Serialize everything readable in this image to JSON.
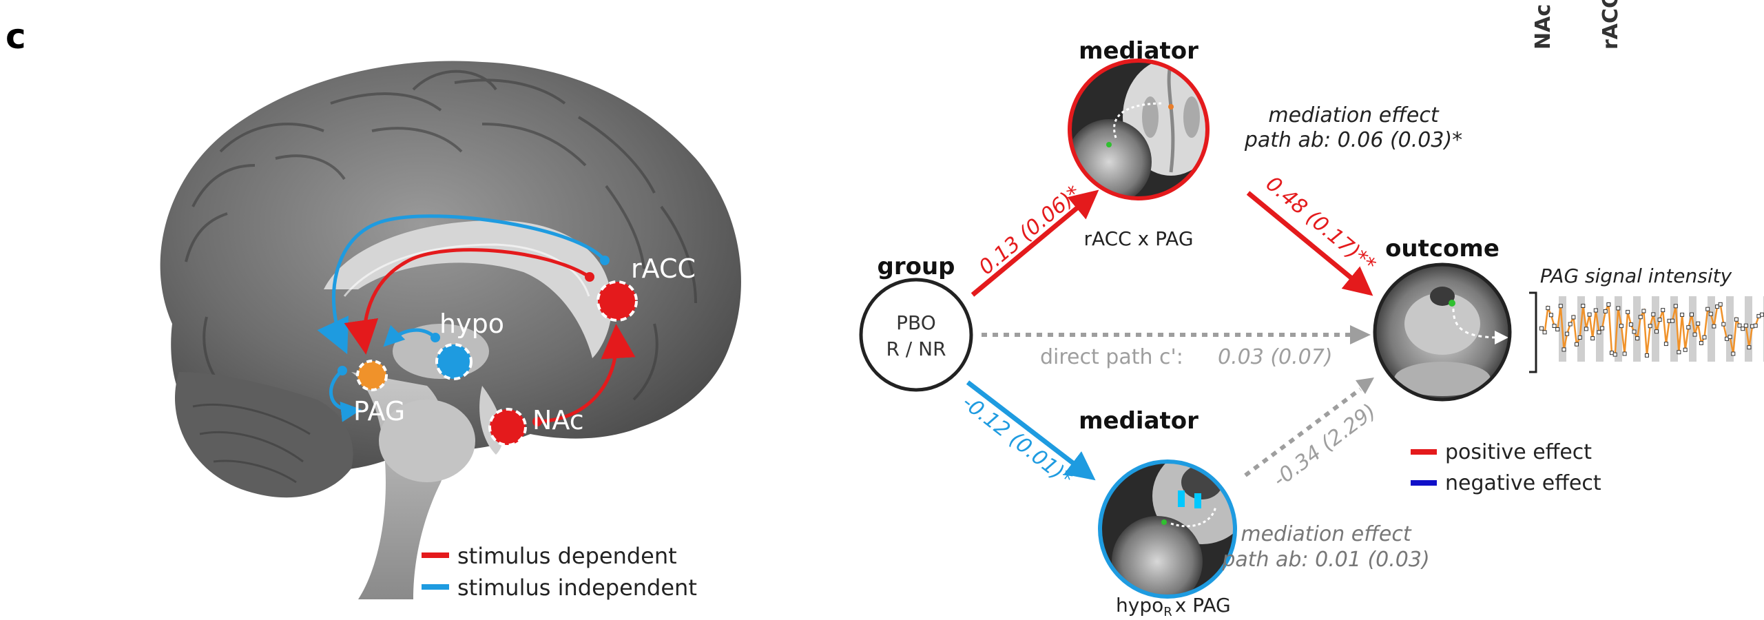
{
  "panel_label": "c",
  "brain": {
    "regions": {
      "rACC": "rACC",
      "hypo": "hypo",
      "PAG": "PAG",
      "NAc": "NAc"
    },
    "legend": {
      "stimulus_dependent": "stimulus dependent",
      "stimulus_independent": "stimulus independent"
    }
  },
  "top_right_labels": {
    "nac": "NAc",
    "racc": "rACC"
  },
  "mediation": {
    "mediator_top_title": "mediator",
    "mediator_top_label": "rACC x PAG",
    "mediator_top_effect_title": "mediation effect",
    "mediator_top_effect_path": "path ab: 0.06 (0.03)*",
    "group_title": "group",
    "group_line1": "PBO",
    "group_line2": "R / NR",
    "outcome_title": "outcome",
    "outcome_signal": "PAG signal intensity",
    "path_a_top": "0.13 (0.06)*",
    "path_b_top": "0.48 (0.17)**",
    "direct_path_label": "direct path c':",
    "direct_path_value": "0.03 (0.07)",
    "path_a_bottom": "-0.12 (0.01)*",
    "path_b_bottom": "-0.34 (2.29)",
    "mediator_bottom_title": "mediator",
    "mediator_bottom_label_main": "hypo",
    "mediator_bottom_label_sub": "R",
    "mediator_bottom_label_rest": "x PAG",
    "mediator_bottom_effect_title": "mediation effect",
    "mediator_bottom_effect_path": "path ab: 0.01 (0.03)",
    "legend_positive": "positive effect",
    "legend_negative": "negative effect"
  },
  "colors": {
    "positive": "#e41a1c",
    "independent": "#1e9be0",
    "negative": "#1010c8",
    "grey": "#9e9e9e",
    "orange": "#f0922a"
  }
}
